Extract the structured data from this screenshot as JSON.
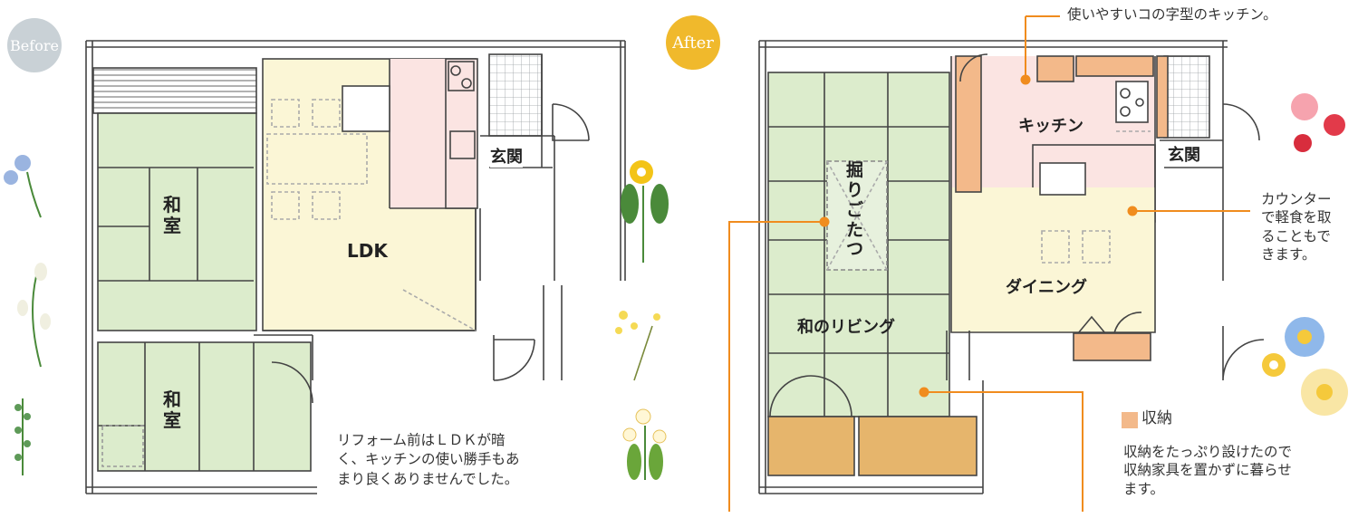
{
  "before": {
    "badge": "Before",
    "rooms": {
      "washitsu_top_c1": "和",
      "washitsu_top_c2": "室",
      "washitsu_bottom_c1": "和",
      "washitsu_bottom_c2": "室",
      "ldk": "LDK",
      "entrance": "玄関"
    },
    "note_lines": [
      "リフォーム前はＬＤＫが暗",
      "く、キッチンの使い勝手もあ",
      "まり良くありませんでした。"
    ]
  },
  "after": {
    "badge": "After",
    "rooms": {
      "kitchen": "キッチン",
      "entrance": "玄関",
      "dining": "ダイニング",
      "living": "和のリビング",
      "horigotatsu_chars": [
        "掘",
        "り",
        "ご",
        "た",
        "つ"
      ]
    },
    "callout_kitchen": "使いやすいコの字型のキッチン。",
    "callout_counter_lines": [
      "カウンター",
      "で軽食を取",
      "ることもで",
      "きます。"
    ],
    "legend_label": "収納",
    "storage_note_lines": [
      "収納をたっぷり設けたので",
      "収納家具を置かずに暮らせ",
      "ます。"
    ]
  },
  "colors": {
    "accent_orange": "#f08c1e",
    "tatami_green": "#dceccc",
    "ldk_yellow": "#fbf6d6",
    "kitchen_pink": "#fbe4e2",
    "storage_orange": "#f3b98a",
    "storage_brown": "#e6b56c",
    "before_badge": "#c9d1d6",
    "after_badge": "#f0b92c"
  }
}
